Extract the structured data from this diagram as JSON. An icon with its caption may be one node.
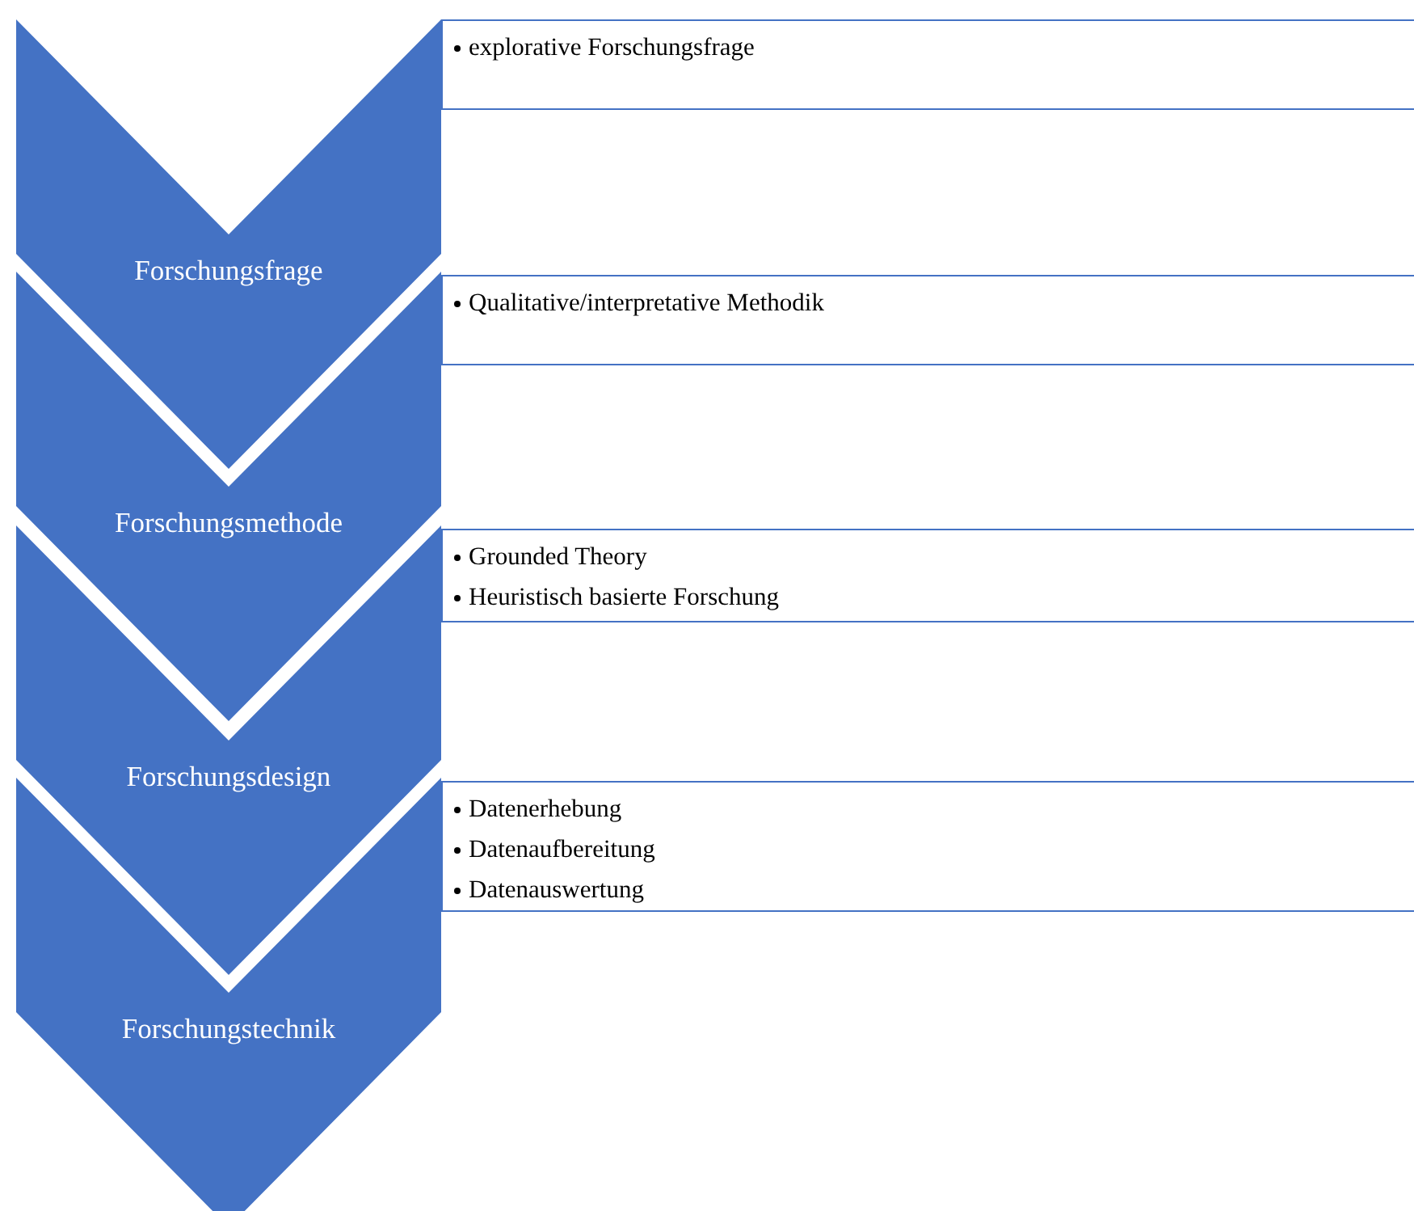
{
  "diagram": {
    "nodes": [
      {
        "text": [
          "Forschungsfrage"
        ]
      },
      {
        "text": [
          "Forschungsmethode"
        ]
      },
      {
        "text": [
          "Forschungsdesign"
        ]
      },
      {
        "text": [
          "Forschungstechnik"
        ]
      },
      {
        "text": [
          "explorative Forschungsfrage"
        ]
      },
      {
        "text": [
          "Qualitative/interpretative Methodik"
        ]
      },
      {
        "text": [
          "Grounded Theory",
          "Heuristisch basierte Forschung"
        ]
      },
      {
        "text": [
          "Datenerhebung",
          "Datenaufbereitung",
          "Datenauswertung"
        ]
      }
    ]
  }
}
